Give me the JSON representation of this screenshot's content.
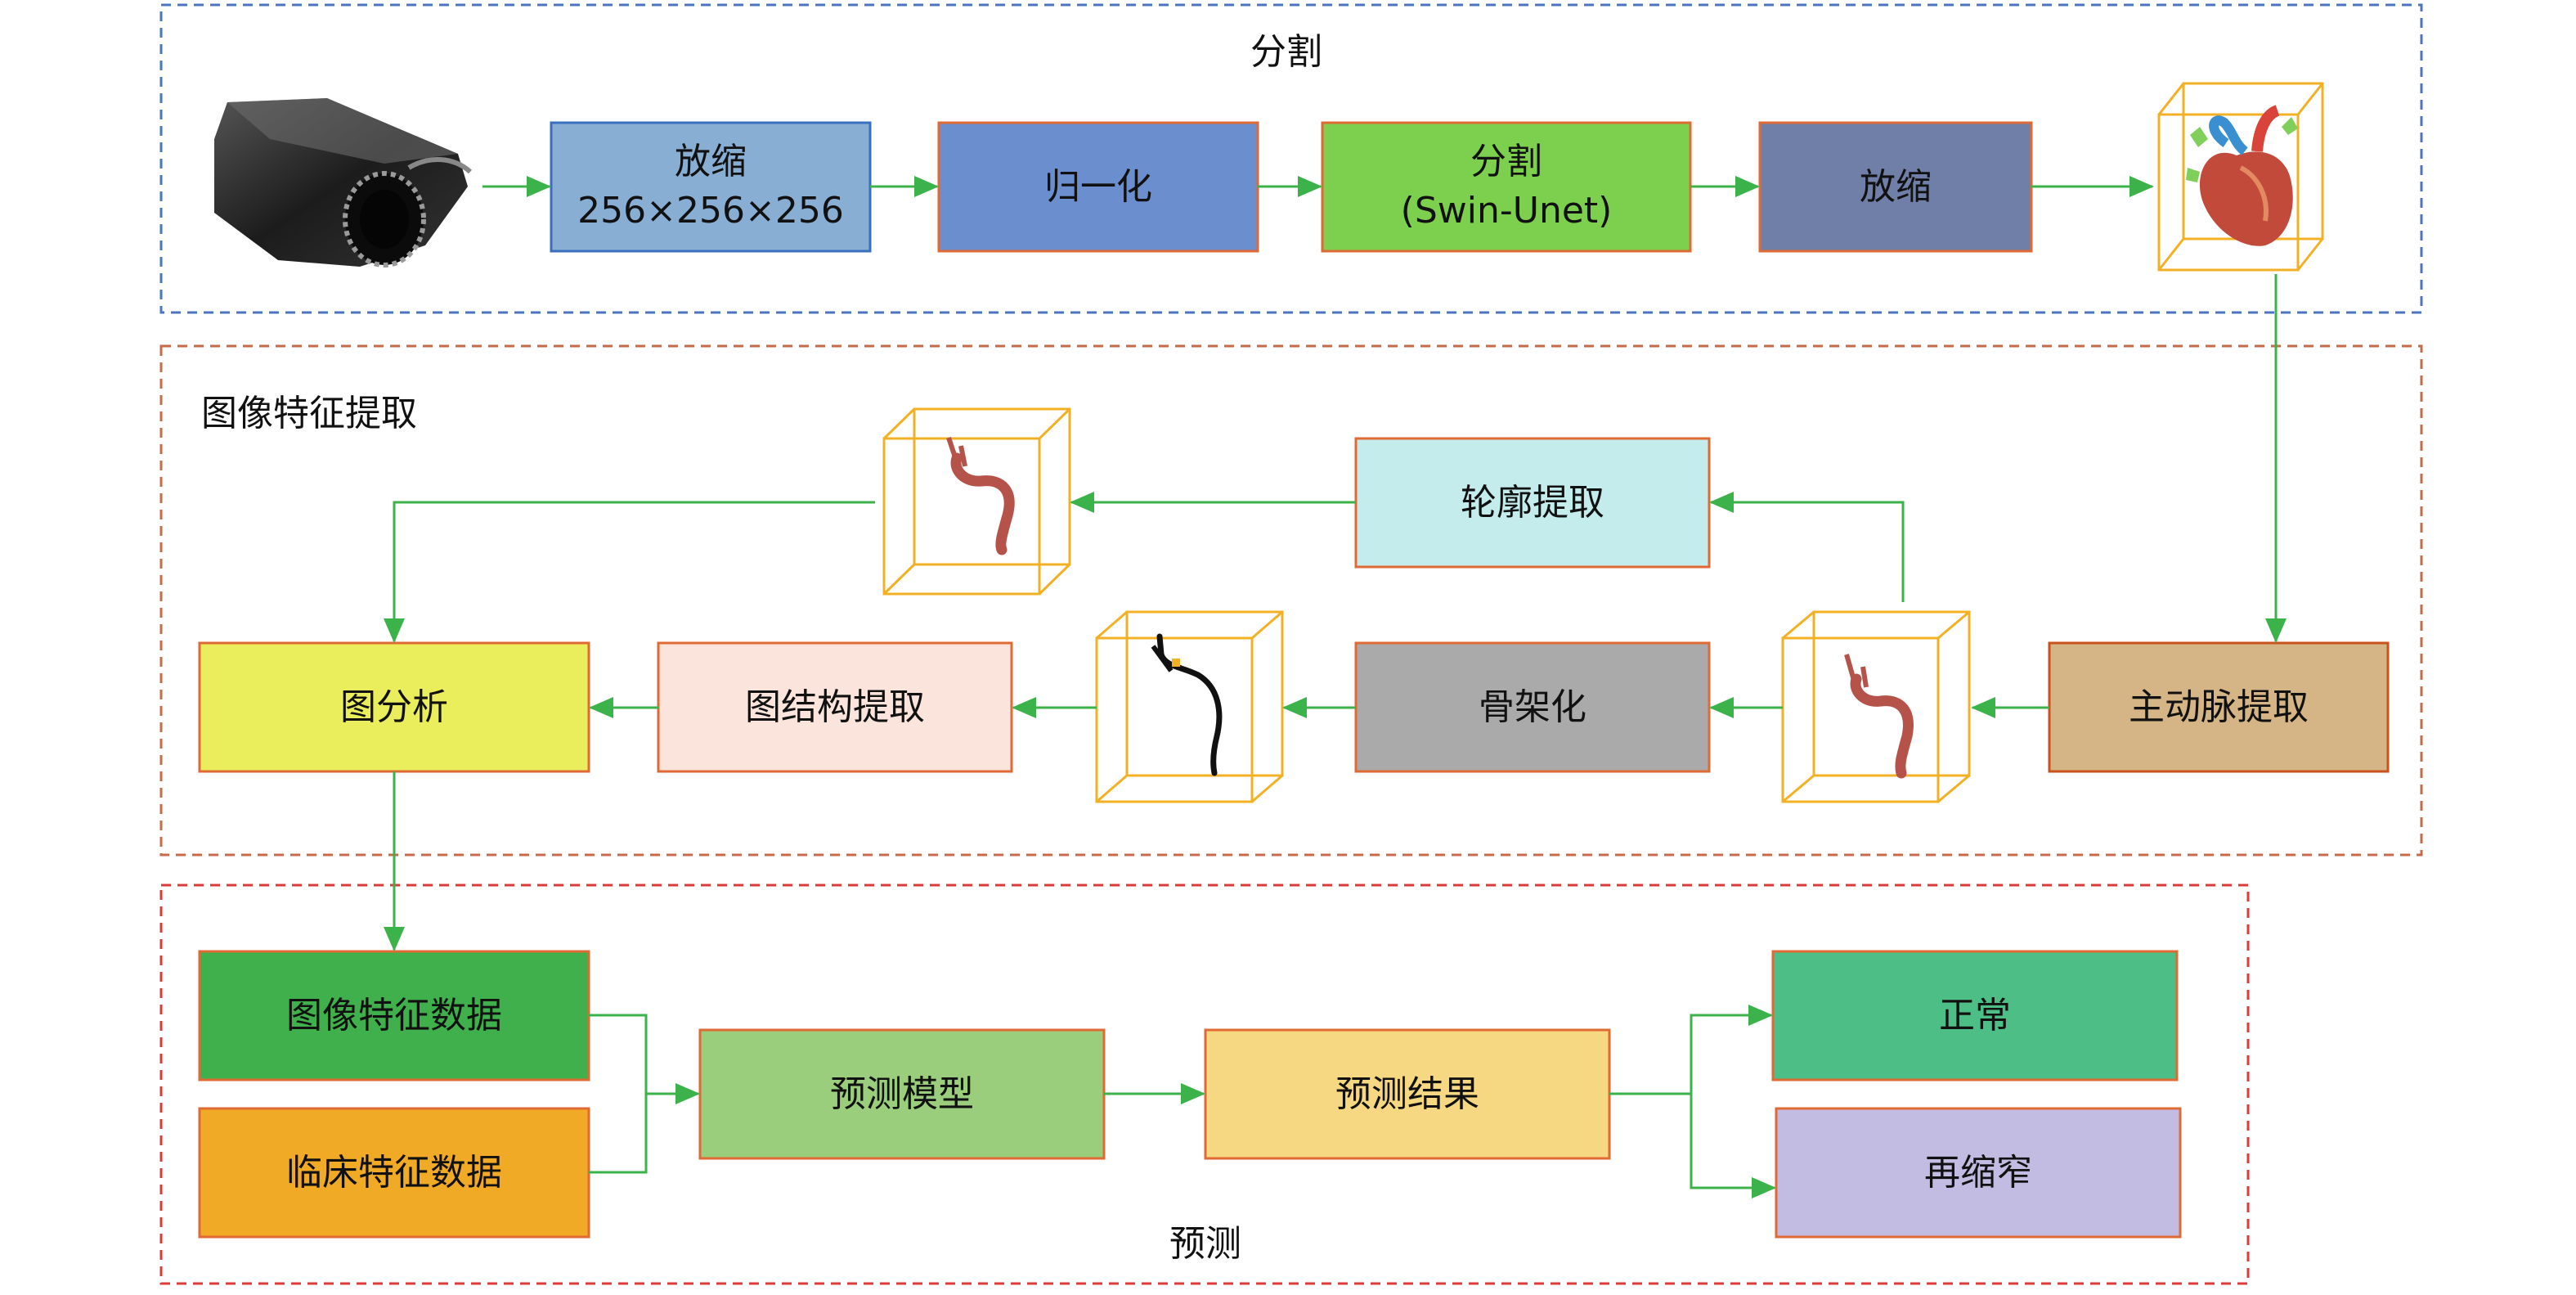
{
  "sections": {
    "segmentation": "分割",
    "feature_extraction": "图像特征提取",
    "prediction": "预测"
  },
  "nodes": {
    "scale_in": {
      "line1": "放缩",
      "line2": "256×256×256",
      "fill": "#89aed3"
    },
    "normalize": {
      "label": "归一化",
      "fill": "#6b8ecf"
    },
    "segment": {
      "line1": "分割",
      "line2": "(Swin-Unet)",
      "fill": "#7dcf4e"
    },
    "scale_out": {
      "label": "放缩",
      "fill": "#6f7fa7"
    },
    "aorta_extract": {
      "label": "主动脉提取",
      "fill": "#d5b585"
    },
    "skeletonize": {
      "label": "骨架化",
      "fill": "#aaaaaa"
    },
    "contour_extract": {
      "label": "轮廓提取",
      "fill": "#c5ecec"
    },
    "graph_struct": {
      "label": "图结构提取",
      "fill": "#fbe4dc"
    },
    "graph_analysis": {
      "label": "图分析",
      "fill": "#ebee5c"
    },
    "image_features": {
      "label": "图像特征数据",
      "fill": "#3fb04b"
    },
    "clinical_features": {
      "label": "临床特征数据",
      "fill": "#f1aa26"
    },
    "predict_model": {
      "label": "预测模型",
      "fill": "#9acd7c"
    },
    "predict_result": {
      "label": "预测结果",
      "fill": "#f6d882"
    },
    "normal": {
      "label": "正常",
      "fill": "#4dbe86"
    },
    "restenosis": {
      "label": "再缩窄",
      "fill": "#c3bce2"
    }
  },
  "colors": {
    "arrow": "#3cb34a",
    "box_border": "#e06a34",
    "seg_frame": "#4d74c0",
    "feat_frame": "#c86a4a",
    "pred_frame": "#dd3a3a",
    "cube": "#f2b125",
    "vessel": "#b5524a",
    "skeleton": "#111111"
  },
  "icons": [
    "ct-volume-image",
    "heart-3d-image",
    "aorta-3d-image",
    "aorta-contour-image",
    "aorta-skeleton-image"
  ]
}
